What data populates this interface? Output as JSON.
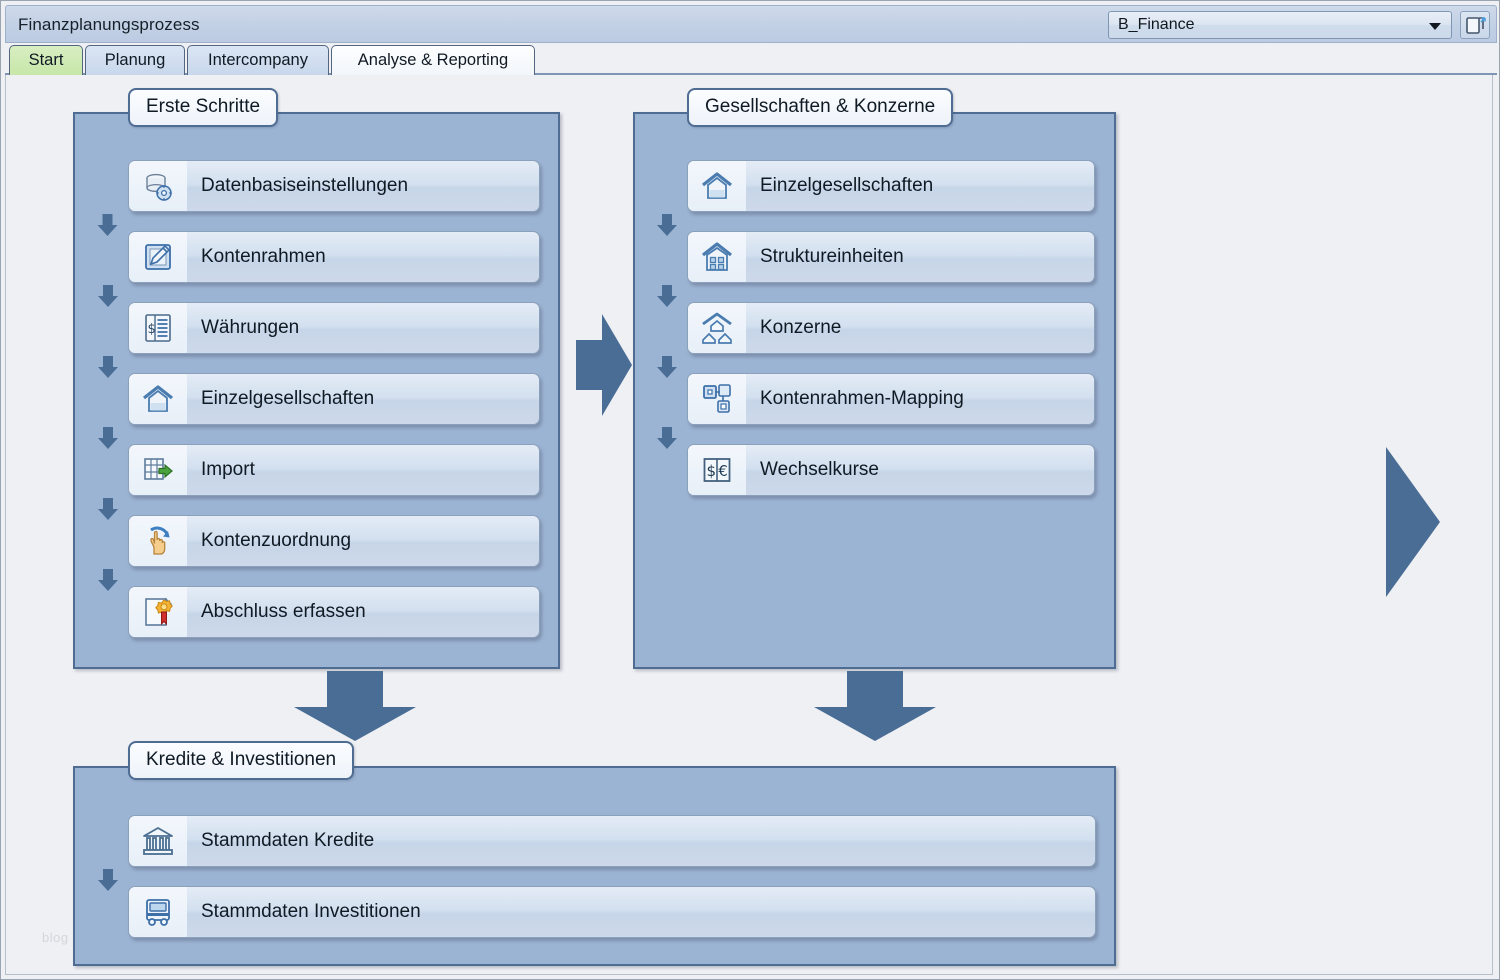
{
  "window": {
    "title": "Finanzplanungsprozess",
    "database_selector": {
      "value": "B_Finance",
      "icon": "restore-window-icon"
    },
    "watermark": "blog"
  },
  "tabs": [
    {
      "label": "Start",
      "state": "active-green",
      "color": "#c7e7a9"
    },
    {
      "label": "Planung",
      "state": "inactive",
      "color": "#c8d7ec"
    },
    {
      "label": "Intercompany",
      "state": "inactive",
      "color": "#c8d7ec"
    },
    {
      "label": "Analyse & Reporting",
      "state": "hover-white",
      "color": "#f2f6fb"
    }
  ],
  "colors": {
    "panel_fill": "#9cb4d4",
    "panel_border": "#4f6c93",
    "arrow": "#4a6d96",
    "canvas_bg": "#eff0f4",
    "titlebar": "#c3d1e5"
  },
  "groups": [
    {
      "title": "Erste Schritte",
      "items": [
        {
          "label": "Datenbasiseinstellungen",
          "icon": "database-settings-icon"
        },
        {
          "label": "Kontenrahmen",
          "icon": "edit-document-icon"
        },
        {
          "label": "Währungen",
          "icon": "currency-list-icon"
        },
        {
          "label": "Einzelgesellschaften",
          "icon": "house-icon"
        },
        {
          "label": "Import",
          "icon": "table-import-icon"
        },
        {
          "label": "Kontenzuordnung",
          "icon": "hand-assign-icon"
        },
        {
          "label": "Abschluss erfassen",
          "icon": "certificate-icon"
        }
      ]
    },
    {
      "title": "Gesellschaften & Konzerne",
      "items": [
        {
          "label": "Einzelgesellschaften",
          "icon": "house-icon"
        },
        {
          "label": "Struktureinheiten",
          "icon": "house-windows-icon"
        },
        {
          "label": "Konzerne",
          "icon": "group-houses-icon"
        },
        {
          "label": "Kontenrahmen-Mapping",
          "icon": "mapping-nodes-icon"
        },
        {
          "label": "Wechselkurse",
          "icon": "dollar-euro-icon"
        }
      ]
    },
    {
      "title": "Kredite & Investitionen",
      "items": [
        {
          "label": "Stammdaten Kredite",
          "icon": "bank-icon"
        },
        {
          "label": "Stammdaten Investitionen",
          "icon": "truck-icon"
        }
      ]
    }
  ],
  "flow_arrows": [
    {
      "name": "arrow-group1-to-group2",
      "direction": "right"
    },
    {
      "name": "arrow-group1-to-group3",
      "direction": "down"
    },
    {
      "name": "arrow-group2-to-group3",
      "direction": "down"
    },
    {
      "name": "arrow-next-page",
      "direction": "right"
    }
  ]
}
